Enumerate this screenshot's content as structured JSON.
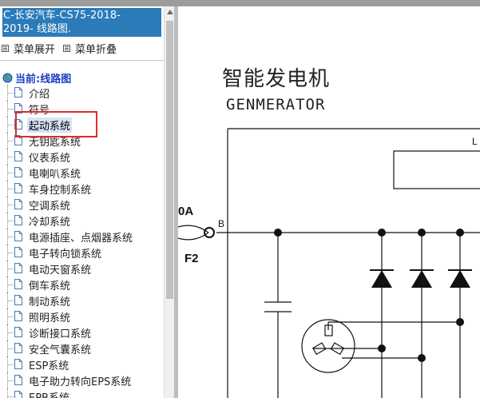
{
  "sidebar": {
    "title_line1": "C-长安汽车-CS75-2018-",
    "title_line2": "2019- 线路图.",
    "expand_label": "菜单展开",
    "collapse_label": "菜单折叠",
    "current_label": "当前:线路图",
    "items": [
      {
        "label": "介绍"
      },
      {
        "label": "符号"
      },
      {
        "label": "起动系统",
        "selected": true
      },
      {
        "label": "无钥匙系统"
      },
      {
        "label": "仪表系统"
      },
      {
        "label": "电喇叭系统"
      },
      {
        "label": "车身控制系统"
      },
      {
        "label": "空调系统"
      },
      {
        "label": "冷却系统"
      },
      {
        "label": "电源插座、点烟器系统"
      },
      {
        "label": "电子转向锁系统"
      },
      {
        "label": "电动天窗系统"
      },
      {
        "label": "倒车系统"
      },
      {
        "label": "制动系统"
      },
      {
        "label": "照明系统"
      },
      {
        "label": "诊断接口系统"
      },
      {
        "label": "安全气囊系统"
      },
      {
        "label": "ESP系统"
      },
      {
        "label": "电子助力转向EPS系统"
      },
      {
        "label": "EPB系统"
      }
    ]
  },
  "diagram": {
    "title_cn": "智能发电机",
    "title_en": "GENMERATOR",
    "label_0a": "0A",
    "label_f2": "F2",
    "label_b": "B",
    "label_l": "L"
  },
  "colors": {
    "title_bg": "#2b7bb9",
    "highlight_border": "#e02b2b",
    "current_text": "#1d3fbe"
  }
}
